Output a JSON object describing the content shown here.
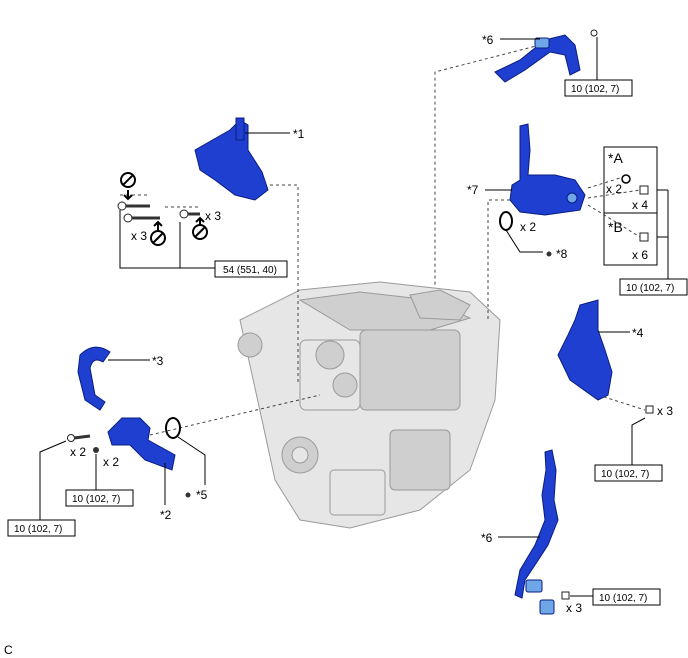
{
  "colors": {
    "part_blue": "#1f3fd1",
    "engine_gray": "#e6e6e6"
  },
  "callouts": {
    "c1": "*1",
    "c2": "*2",
    "c3": "*3",
    "c4": "*4",
    "c5": "*5",
    "c6_top": "*6",
    "c6_bottom": "*6",
    "c7": "*7",
    "c8": "*8",
    "cA": "*A",
    "cB": "*B"
  },
  "quantities": {
    "q_top_left_a": "x 3",
    "q_top_left_b": "x 3",
    "q_left_bolt": "x 2",
    "q_left_nut": "x 2",
    "q_gasket_7": "x 2",
    "q_A_small": "x 2",
    "q_A_bolt": "x 4",
    "q_B_bolt": "x 6",
    "q_part4": "x 3",
    "q_part6": "x 3"
  },
  "torques": {
    "t_top6": "10 (102, 7)",
    "t_part1": "54 (551, 40)",
    "t_right7": "10 (102, 7)",
    "t_part4": "10 (102, 7)",
    "t_part6": "10 (102, 7)",
    "t_left_nut": "10 (102, 7)",
    "t_left_bolt": "10 (102, 7)"
  },
  "corner_mark": "C",
  "icons": [
    "do-not-reuse-icon",
    "bolt-icon",
    "nut-icon",
    "gasket-icon",
    "o-ring-icon",
    "grease-dot-icon"
  ]
}
